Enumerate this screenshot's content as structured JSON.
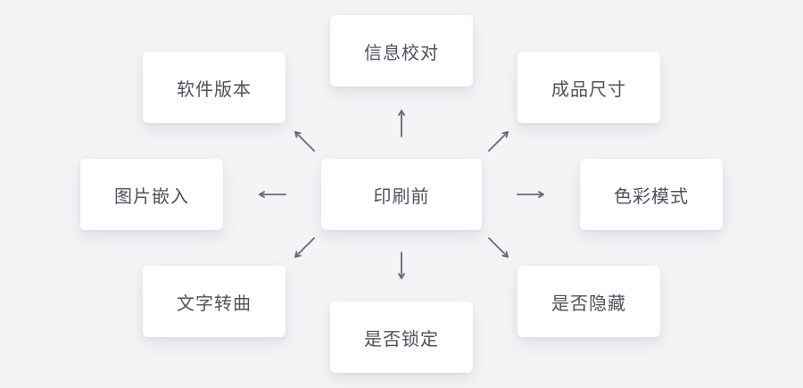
{
  "diagram": {
    "center": {
      "label": "印刷前"
    },
    "nodes": [
      {
        "id": "top",
        "label": "信息校对"
      },
      {
        "id": "top-left",
        "label": "软件版本"
      },
      {
        "id": "top-right",
        "label": "成品尺寸"
      },
      {
        "id": "left",
        "label": "图片嵌入"
      },
      {
        "id": "right",
        "label": "色彩模式"
      },
      {
        "id": "bottom-left",
        "label": "文字转曲"
      },
      {
        "id": "bottom",
        "label": "是否锁定"
      },
      {
        "id": "bottom-right",
        "label": "是否隐藏"
      }
    ],
    "colors": {
      "background": "#f4f4f6",
      "card": "#ffffff",
      "text": "#4e525c",
      "arrow": "#67696d"
    }
  }
}
